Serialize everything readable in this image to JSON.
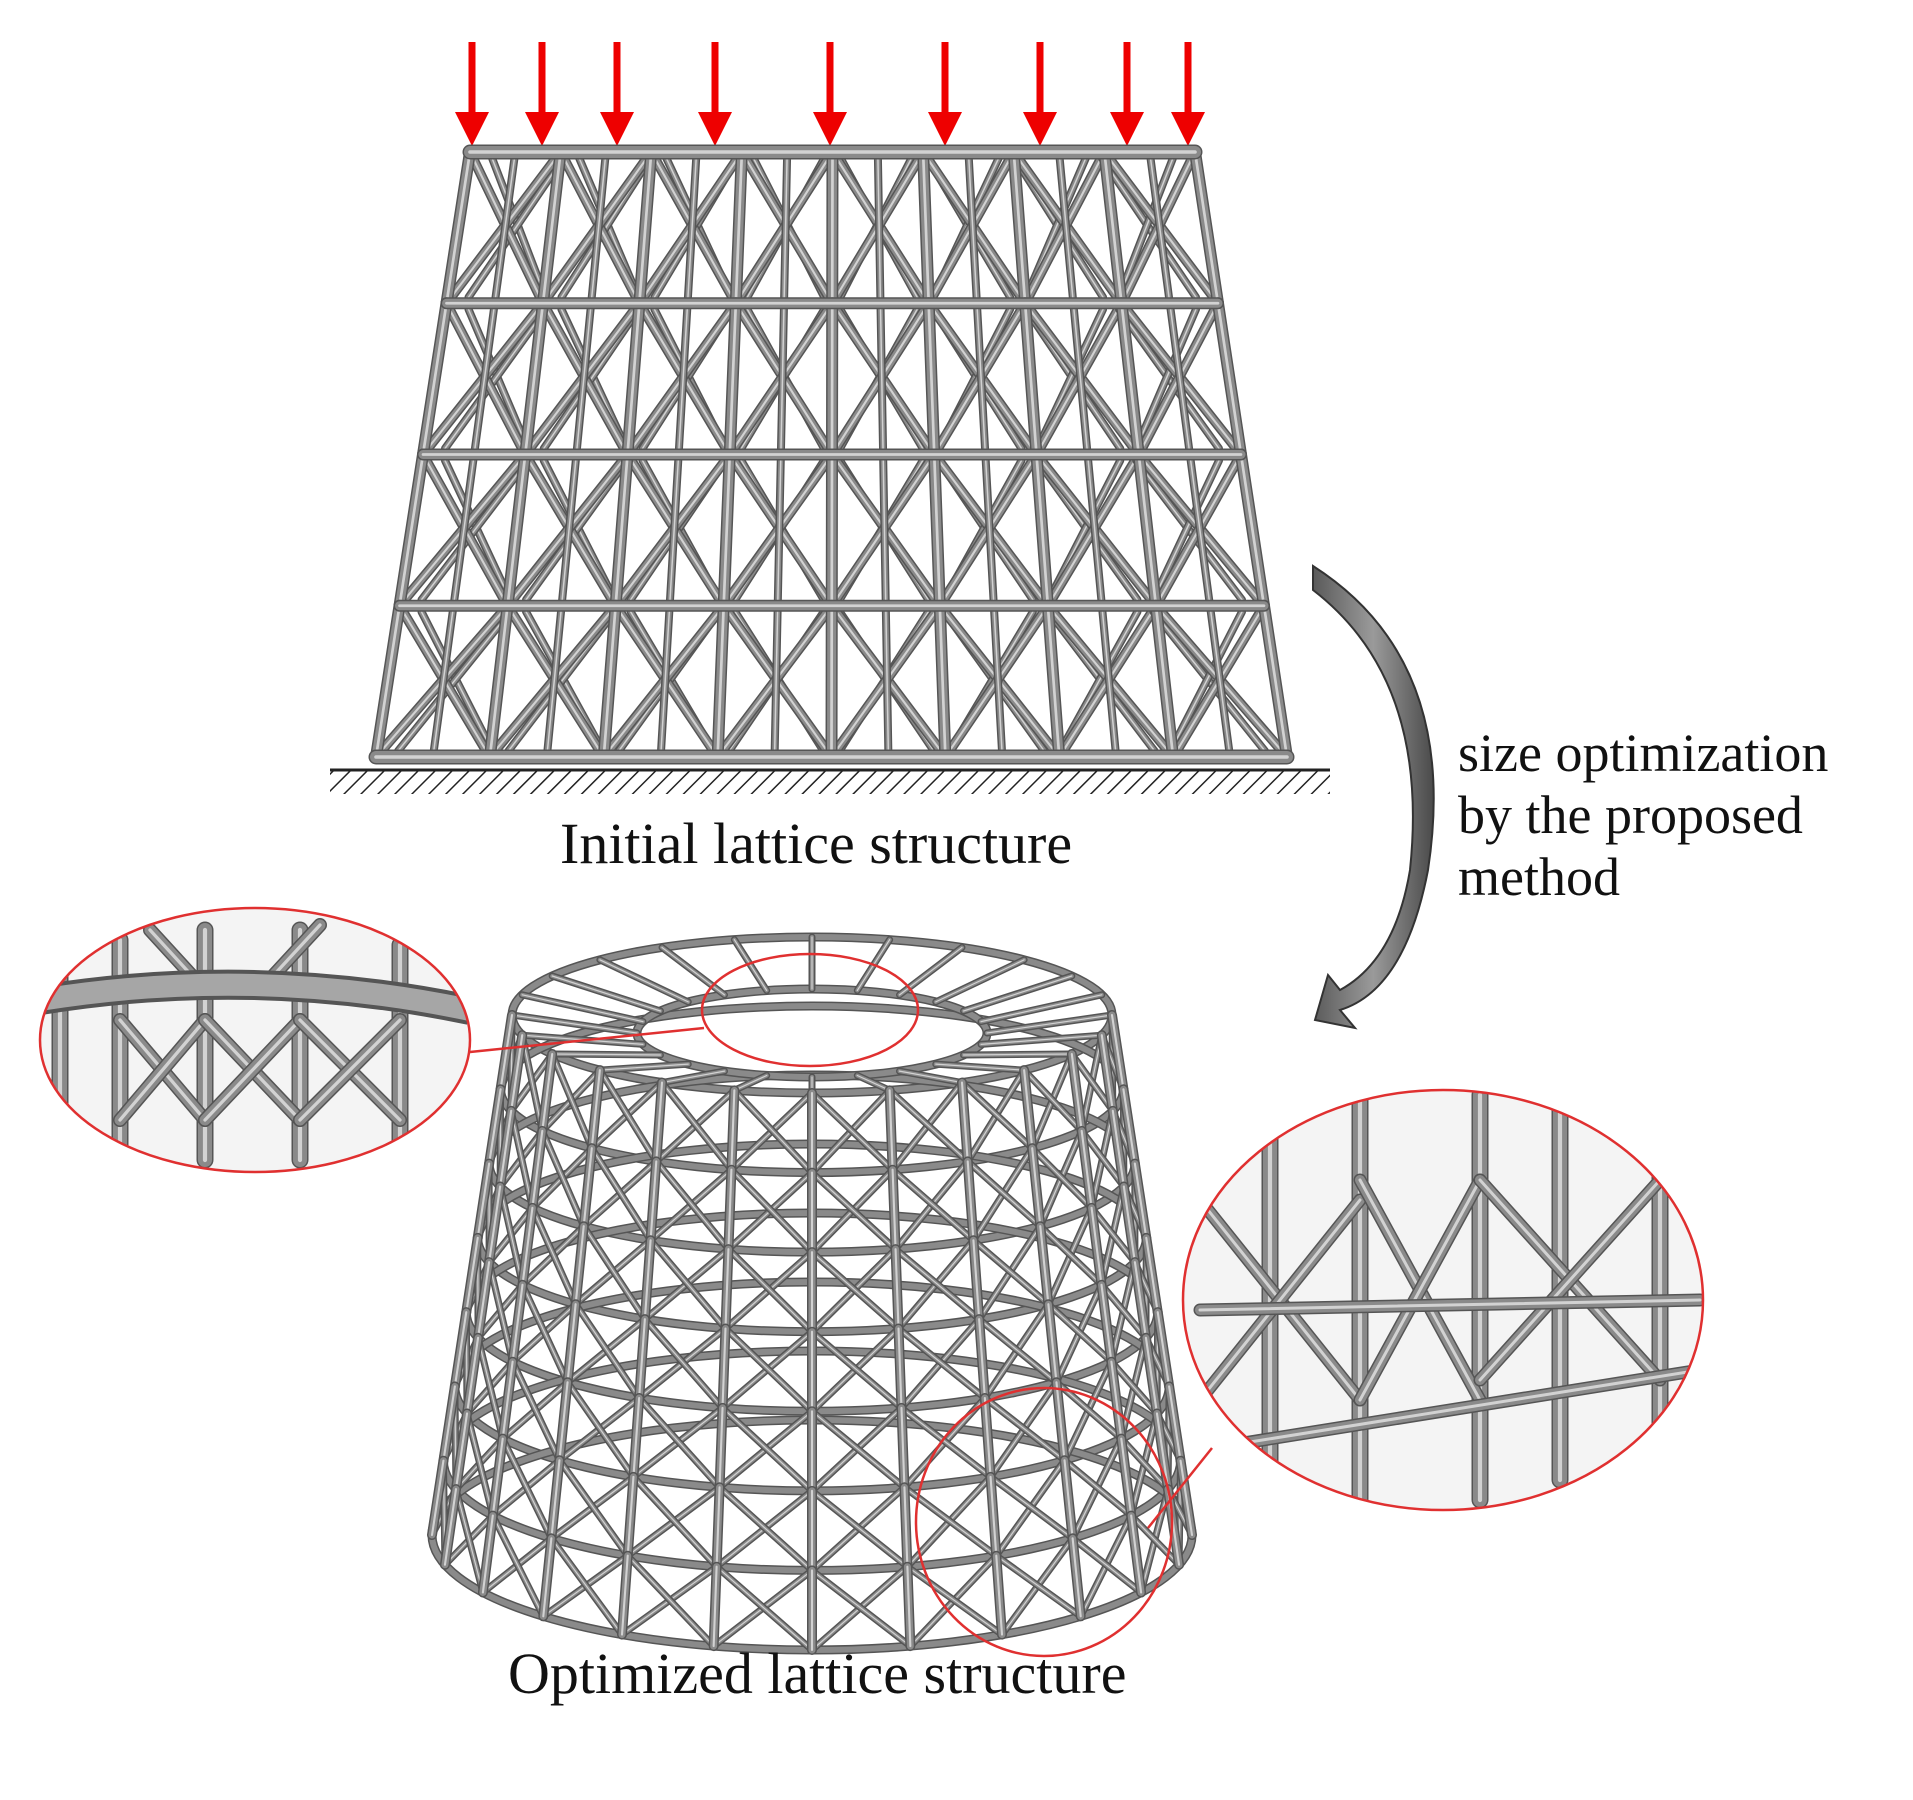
{
  "initial": {
    "caption": "Initial lattice structure",
    "load_arrow_count": 9,
    "rows": 4,
    "columns": 8
  },
  "process": {
    "lines": [
      "size optimization",
      "by the proposed",
      "method"
    ]
  },
  "optimized": {
    "caption": "Optimized lattice structure"
  },
  "colors": {
    "load_arrow": "#ee0000",
    "strut": "#8a8a8a",
    "strut_dark": "#555555",
    "callout": "#e03030",
    "process_arrow": "#6e6e6e"
  }
}
